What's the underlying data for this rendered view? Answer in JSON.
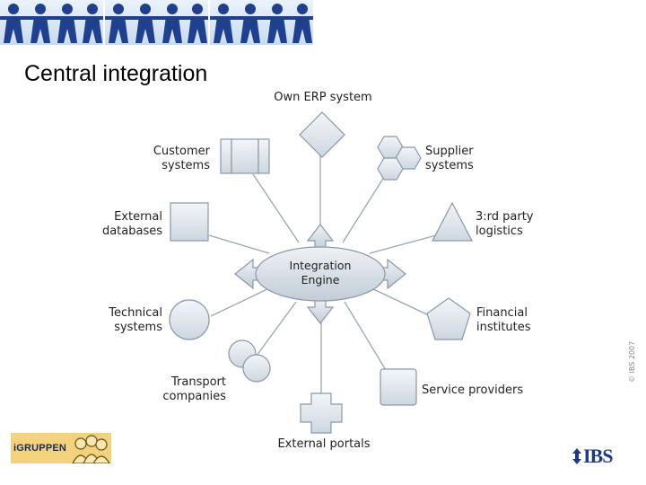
{
  "page": {
    "title": "Central integration"
  },
  "diagram": {
    "center": {
      "line1": "Integration",
      "line2": "Engine"
    },
    "nodes": {
      "erp": {
        "label": "Own ERP system"
      },
      "customer": {
        "line1": "Customer",
        "line2": "systems"
      },
      "supplier": {
        "line1": "Supplier",
        "line2": "systems"
      },
      "external_db": {
        "line1": "External",
        "line2": "databases"
      },
      "third_party": {
        "line1": "3:rd party",
        "line2": "logistics"
      },
      "technical": {
        "line1": "Technical",
        "line2": "systems"
      },
      "financial": {
        "line1": "Financial",
        "line2": "institutes"
      },
      "transport": {
        "line1": "Transport",
        "line2": "companies"
      },
      "service": {
        "label": "Service providers"
      },
      "portals": {
        "label": "External portals"
      }
    }
  },
  "footer": {
    "copyright": "© IBS 2007",
    "left_logo": "iGRUPPEN",
    "right_logo": "IBS"
  },
  "colors": {
    "shape_fill": "#dfe6ee",
    "shape_stroke": "#8a98a8",
    "line": "#9aa6b2",
    "brand_blue": "#1d3a8a"
  }
}
